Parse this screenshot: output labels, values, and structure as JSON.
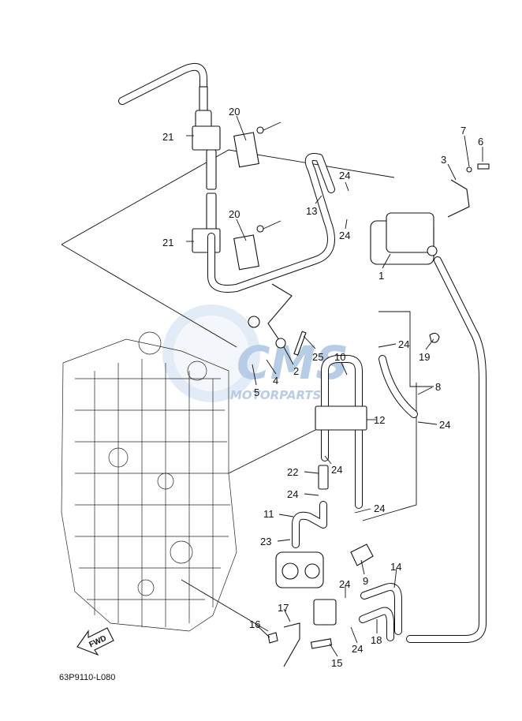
{
  "diagram_code": "63P9110-L080",
  "fwd_label": "FWD",
  "watermark": {
    "brand": "CMS",
    "sub": "MOTORPARTS",
    "color": "#b7cde6"
  },
  "callouts": [
    "21",
    "20",
    "21",
    "20",
    "3",
    "7",
    "6",
    "24",
    "13",
    "24",
    "1",
    "25",
    "2",
    "4",
    "5",
    "24",
    "19",
    "10",
    "8",
    "12",
    "24",
    "24",
    "22",
    "24",
    "11",
    "24",
    "23",
    "9",
    "14",
    "24",
    "17",
    "16",
    "24",
    "18",
    "15"
  ]
}
